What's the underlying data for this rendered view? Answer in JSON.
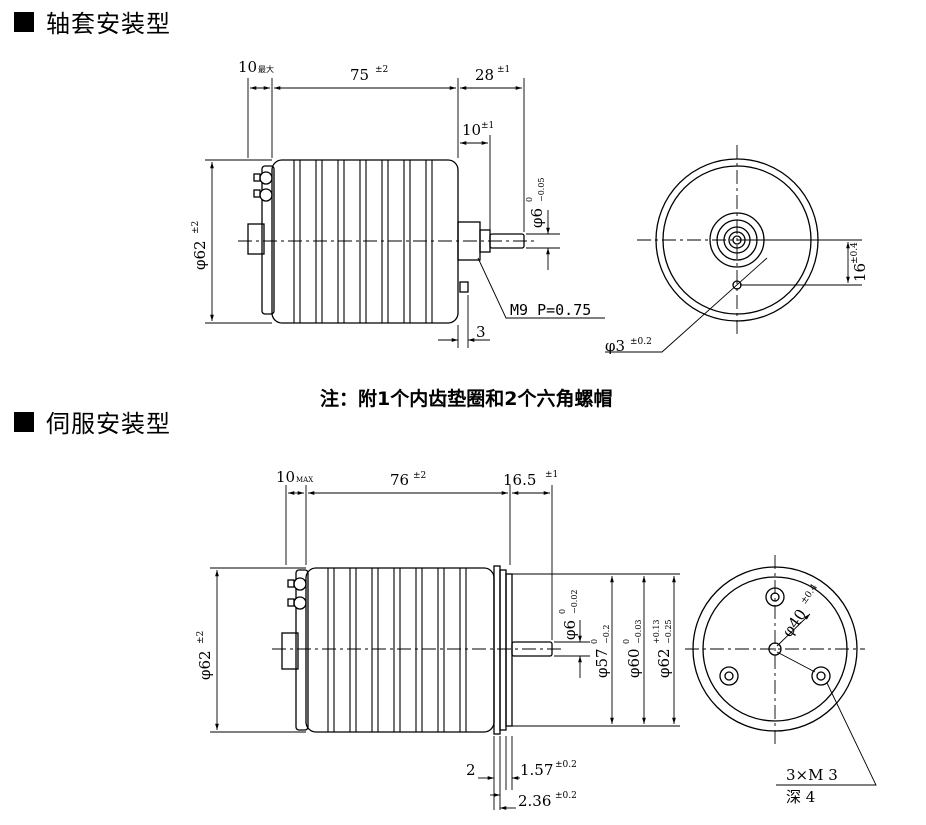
{
  "sections": {
    "top": {
      "title": "轴套安装型"
    },
    "bottom": {
      "title": "伺服安装型"
    }
  },
  "note": "注：附1个内齿垫圈和2个六角螺帽",
  "top_dims": {
    "d10": "10",
    "d10_sub": "最大",
    "d75": "75",
    "d75_tol": "±2",
    "d28": "28",
    "d28_tol": "±1",
    "d10b": "10",
    "d10b_tol": "±1",
    "phi62": "φ62",
    "phi62_tol": "±2",
    "phi6": "φ6",
    "phi6_tol_up": "0",
    "phi6_tol_dn": "−0.05",
    "thread": "M9  P=0.75",
    "d3": "3",
    "phi3": "φ3",
    "phi3_tol": "±0.2",
    "d16": "16",
    "d16_tol": "±0.4"
  },
  "bottom_dims": {
    "d10": "10",
    "d10_sub": "MAX",
    "d76": "76",
    "d76_tol": "±2",
    "d165": "16.5",
    "d165_tol": "±1",
    "phi62": "φ62",
    "phi62_tol": "±2",
    "phi6": "φ6",
    "phi6_tol_up": "0",
    "phi6_tol_dn": "−0.02",
    "phi57": "φ57",
    "phi57_tol_up": "0",
    "phi57_tol_dn": "−0.2",
    "phi60": "φ60",
    "phi60_tol_up": "0",
    "phi60_tol_dn": "−0.03",
    "phi62b": "φ62",
    "phi62b_tol_up": "+0.13",
    "phi62b_tol_dn": "−0.25",
    "d2": "2",
    "d157": "1.57",
    "d157_tol": "±0.2",
    "d236": "2.36",
    "d236_tol": "±0.2",
    "phi40": "φ40",
    "phi40_tol": "±0.4",
    "holes": "3×M 3",
    "depth": "深 4"
  }
}
